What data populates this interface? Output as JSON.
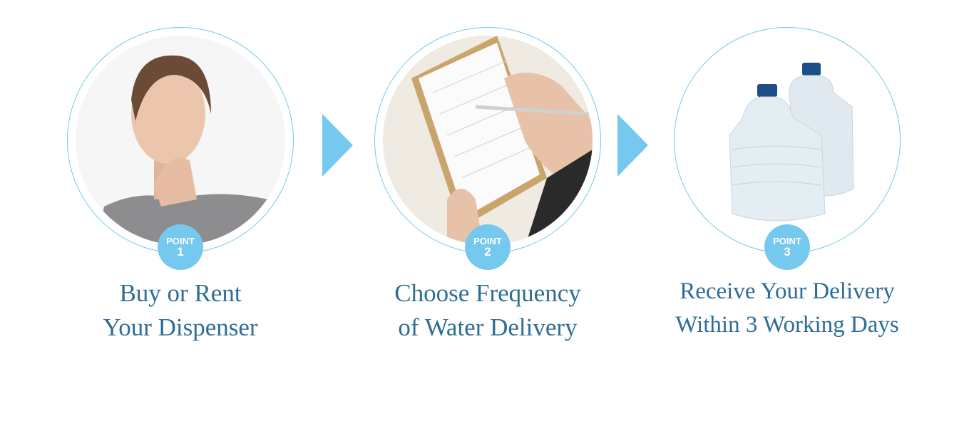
{
  "steps": [
    {
      "badge_label": "POINT",
      "badge_number": "1",
      "title_line1": "Buy or Rent",
      "title_line2": "Your Dispenser",
      "image": "woman-thinking"
    },
    {
      "badge_label": "POINT",
      "badge_number": "2",
      "title_line1": "Choose Frequency",
      "title_line2": "of Water Delivery",
      "image": "writing-in-planner"
    },
    {
      "badge_label": "POINT",
      "badge_number": "3",
      "title_line1": "Receive Your Delivery",
      "title_line2": "Within 3 Working Days",
      "image": "water-bottles"
    }
  ],
  "colors": {
    "accent": "#76c9ee",
    "title": "#2e6d95"
  }
}
